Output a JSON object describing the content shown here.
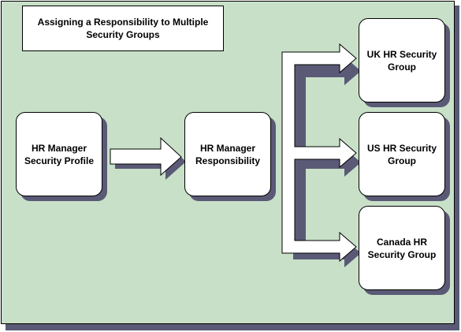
{
  "title": "Assigning a Responsibility to Multiple Security Groups",
  "nodes": {
    "profile": "HR Manager Security Profile",
    "responsibility": "HR Manager Responsibility",
    "uk_group": "UK HR Security Group",
    "us_group": "US HR Security Group",
    "canada_group": "Canada HR Security Group"
  },
  "colors": {
    "background": "#c8e0c8",
    "shadow": "#5a5a76",
    "box": "#ffffff",
    "outline": "#000000"
  }
}
